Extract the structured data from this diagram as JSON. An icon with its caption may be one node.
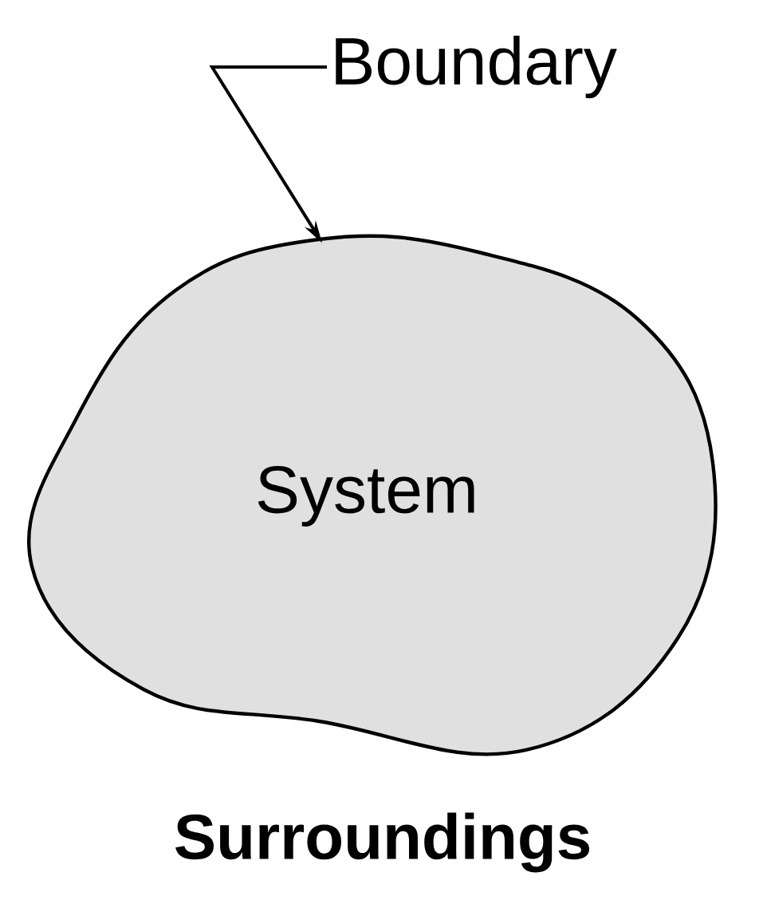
{
  "diagram": {
    "nodes": [
      {
        "text": [
          "Boundary"
        ]
      },
      {
        "text": [
          "System"
        ]
      }
    ],
    "edges": [
      {
        "from": 0,
        "to": 1,
        "arrow": "to"
      }
    ],
    "labels": [
      "Surroundings"
    ]
  }
}
